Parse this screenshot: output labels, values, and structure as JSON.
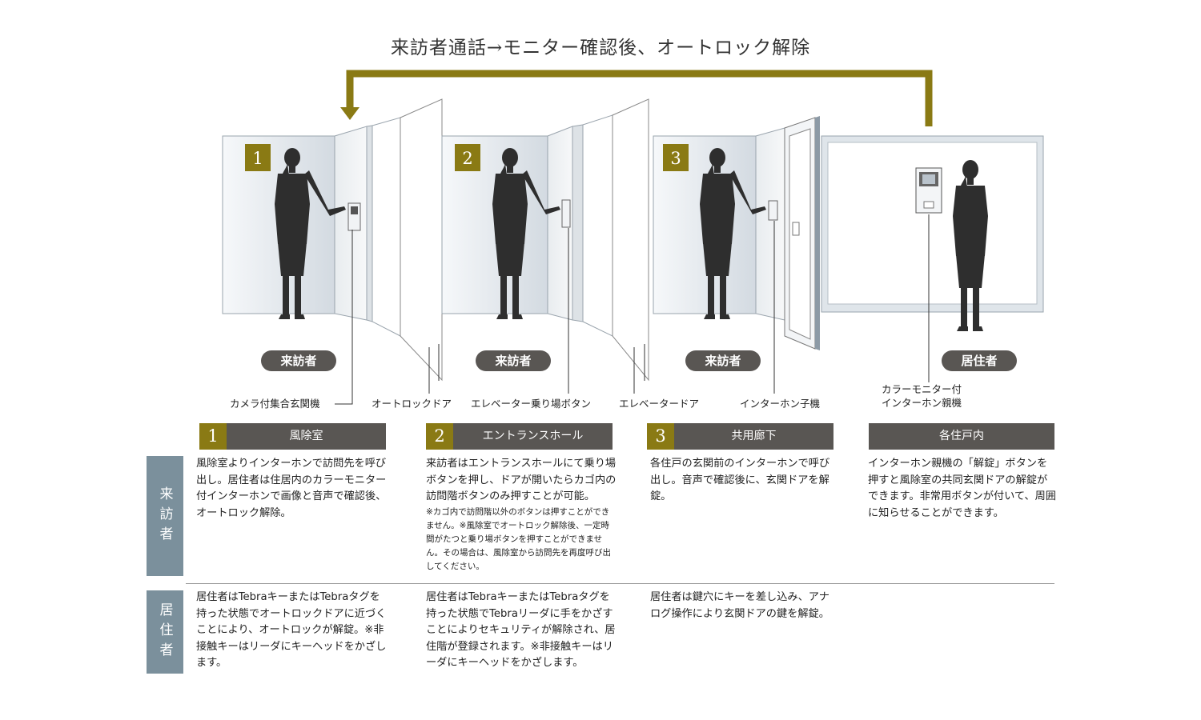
{
  "title": "来訪者通話→モニター確認後、オートロック解除",
  "colors": {
    "gold": "#8a7a14",
    "dark": "#595653",
    "side": "#7b909c"
  },
  "step_badges": [
    "1",
    "2",
    "3"
  ],
  "roles": {
    "visitor": "来訪者",
    "resident": "居住者"
  },
  "callouts": {
    "camera_panel": "カメラ付集合玄関機",
    "autolock_door": "オートロックドア",
    "elevator_button": "エレベーター乗り場ボタン",
    "elevator_door": "エレベータードア",
    "intercom_slave": "インターホン子機",
    "master_line1": "カラーモニター付",
    "master_line2": "インターホン親機"
  },
  "columns": [
    {
      "num": "1",
      "label": "風除室",
      "visitor": "風除室よりインターホンで訪問先を呼び出し。居住者は住居内のカラーモニター付インターホンで画像と音声で確認後、オートロック解除。",
      "resident": "居住者はTebraキーまたはTebraタグを持った状態でオートロックドアに近づくことにより、オートロックが解錠。※非接触キーはリーダにキーヘッドをかざします。"
    },
    {
      "num": "2",
      "label": "エントランスホール",
      "visitor": "来訪者はエントランスホールにて乗り場ボタンを押し、ドアが開いたらカゴ内の訪問階ボタンのみ押すことが可能。",
      "visitor_note": "※カゴ内で訪問階以外のボタンは押すことができません。※風除室でオートロック解除後、一定時間がたつと乗り場ボタンを押すことができません。その場合は、風除室から訪問先を再度呼び出してください。",
      "resident": "居住者はTebraキーまたはTebraタグを持った状態でTebraリーダに手をかざすことによりセキュリティが解除され、居住階が登録されます。※非接触キーはリーダにキーヘッドをかざします。"
    },
    {
      "num": "3",
      "label": "共用廊下",
      "visitor": "各住戸の玄関前のインターホンで呼び出し。音声で確認後に、玄関ドアを解錠。",
      "resident": "居住者は鍵穴にキーを差し込み、アナログ操作により玄関ドアの鍵を解錠。"
    },
    {
      "num": "",
      "label": "各住戸内",
      "visitor": "インターホン親機の「解錠」ボタンを押すと風除室の共同玄関ドアの解錠ができます。非常用ボタンが付いて、周囲に知らせることができます。",
      "resident": ""
    }
  ]
}
